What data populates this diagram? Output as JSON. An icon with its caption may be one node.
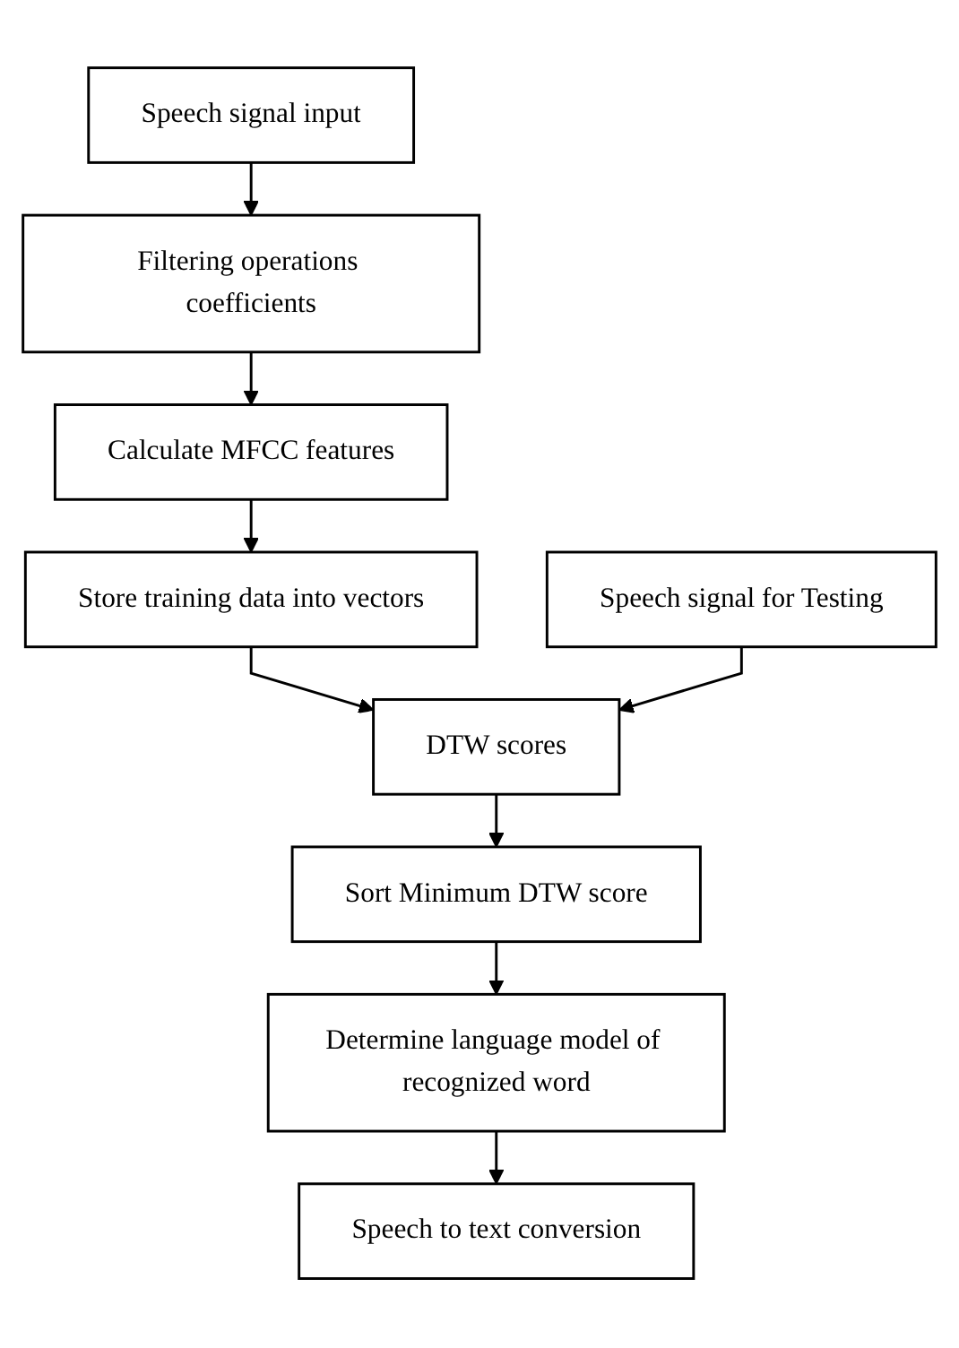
{
  "diagram": {
    "nodes": [
      {
        "text": [
          "Speech signal input"
        ]
      },
      {
        "text": [
          "Filtering operations coefficients"
        ]
      },
      {
        "text": [
          "Calculate MFCC features"
        ]
      },
      {
        "text": [
          "Store training data into vectors"
        ]
      },
      {
        "text": [
          "Speech signal for Testing"
        ]
      },
      {
        "text": [
          "DTW scores"
        ]
      },
      {
        "text": [
          "Sort Minimum DTW score"
        ]
      },
      {
        "text": [
          "Determine language model of recognized word"
        ]
      },
      {
        "text": [
          "Speech to text conversion"
        ]
      }
    ],
    "edges": [
      {
        "from": 0,
        "to": 1,
        "arrow": "to"
      },
      {
        "from": 1,
        "to": 2,
        "arrow": "to"
      },
      {
        "from": 2,
        "to": 3,
        "arrow": "to"
      },
      {
        "from": 3,
        "to": 5,
        "arrow": "to"
      },
      {
        "from": 4,
        "to": 5,
        "arrow": "to"
      },
      {
        "from": 5,
        "to": 6,
        "arrow": "to"
      },
      {
        "from": 6,
        "to": 7,
        "arrow": "to"
      },
      {
        "from": 7,
        "to": 8,
        "arrow": "to"
      }
    ]
  }
}
